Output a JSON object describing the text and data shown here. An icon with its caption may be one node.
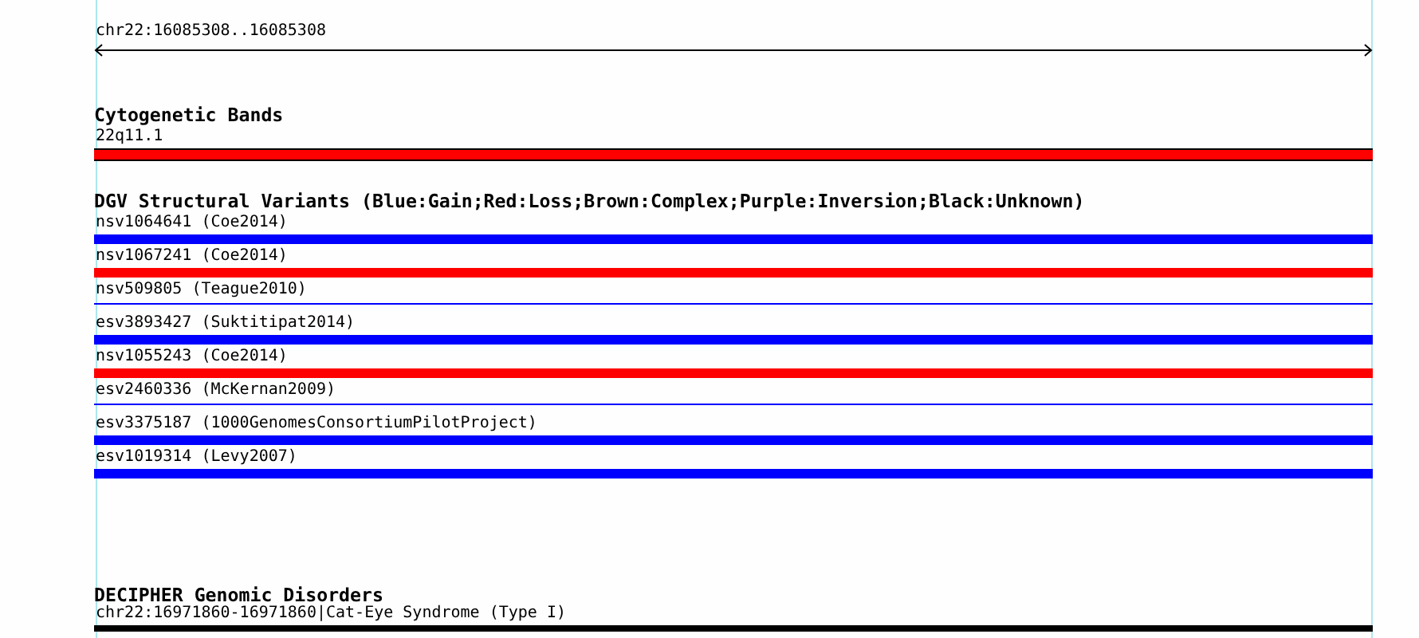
{
  "diagram": {
    "nodes": [
      {
        "text": [
          "22q11.1"
        ]
      },
      {
        "text": [
          "nsv1064641 (Coe2014)"
        ]
      },
      {
        "text": [
          "nsv1067241 (Coe2014)"
        ]
      },
      {
        "text": [
          "nsv509805 (Teague2010)"
        ]
      },
      {
        "text": [
          "esv3893427 (Suktitipat2014)"
        ]
      },
      {
        "text": [
          "nsv1055243 (Coe2014)"
        ]
      },
      {
        "text": [
          "esv2460336 (McKernan2009)"
        ]
      },
      {
        "text": [
          "esv3375187 (1000GenomesConsortiumPilotProject)"
        ]
      },
      {
        "text": [
          "esv1019314 (Levy2007)"
        ]
      },
      {
        "text": [
          "chr22:16971860-16971860|Cat-Eye Syndrome (Type I)"
        ]
      }
    ],
    "labels": [
      "chr22:16085308..16085308",
      "Cytogenetic Bands",
      "DGV Structural Variants (Blue:Gain;Red:Loss;Brown:Complex;Purple:Inversion;Black:Unknown)",
      "DECIPHER Genomic Disorders"
    ]
  }
}
